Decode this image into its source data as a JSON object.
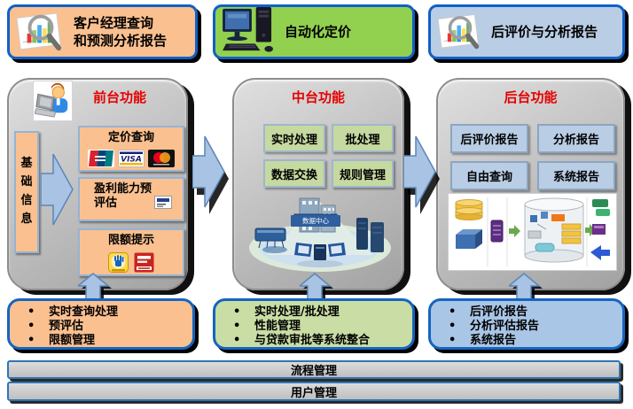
{
  "banners": [
    {
      "line1": "客户经理查询",
      "line2": "和预测分析报告",
      "icon": "chart-magnifier-icon"
    },
    {
      "line1": "自动化定价",
      "line2": "",
      "icon": "desktop-computer-icon"
    },
    {
      "line1": "后评价与分析报告",
      "line2": "",
      "icon": "chart-magnifier-icon"
    }
  ],
  "columns": {
    "front": {
      "title": "前台功能",
      "side_label": "基础信息",
      "boxes": [
        {
          "label": "定价查询",
          "cards": [
            {
              "name": "unionpay-card"
            },
            {
              "name": "visa-card",
              "label": "VISA"
            },
            {
              "name": "mastercard-card"
            }
          ]
        },
        {
          "label": "盈利能力预评估"
        },
        {
          "label": "限额提示"
        }
      ]
    },
    "middle": {
      "title": "中台功能",
      "boxes": [
        "实时处理",
        "批处理",
        "数据交换",
        "规则管理"
      ],
      "illustration_label": "数据中心"
    },
    "back": {
      "title": "后台功能",
      "boxes": [
        "后评价报告",
        "分析报告",
        "自由查询",
        "系统报告"
      ]
    }
  },
  "summaries": [
    {
      "items": [
        "实时查询处理",
        "预评估",
        "限额管理"
      ]
    },
    {
      "items": [
        "实时处理/批处理",
        "性能管理",
        "与贷款审批等系统整合"
      ]
    },
    {
      "items": [
        "后评价报告",
        "分析评估报告",
        "系统报告"
      ]
    }
  ],
  "bottom_bars": [
    "流程管理",
    "用户管理"
  ],
  "colors": {
    "banner_orange": "#FAC090",
    "banner_green": "#92D050",
    "banner_blue": "#B9CDE5",
    "panel_gray": "#BFBFBF",
    "outer_border_blue": "#1565C0",
    "inner_border_blue": "#95B3D7",
    "title_red": "#E50000",
    "arrow_blue": "#A8C3E3",
    "green_box": "#C6D9A0",
    "blue_box": "#B9CDE5",
    "bar_border_blue": "#2E75B6"
  }
}
